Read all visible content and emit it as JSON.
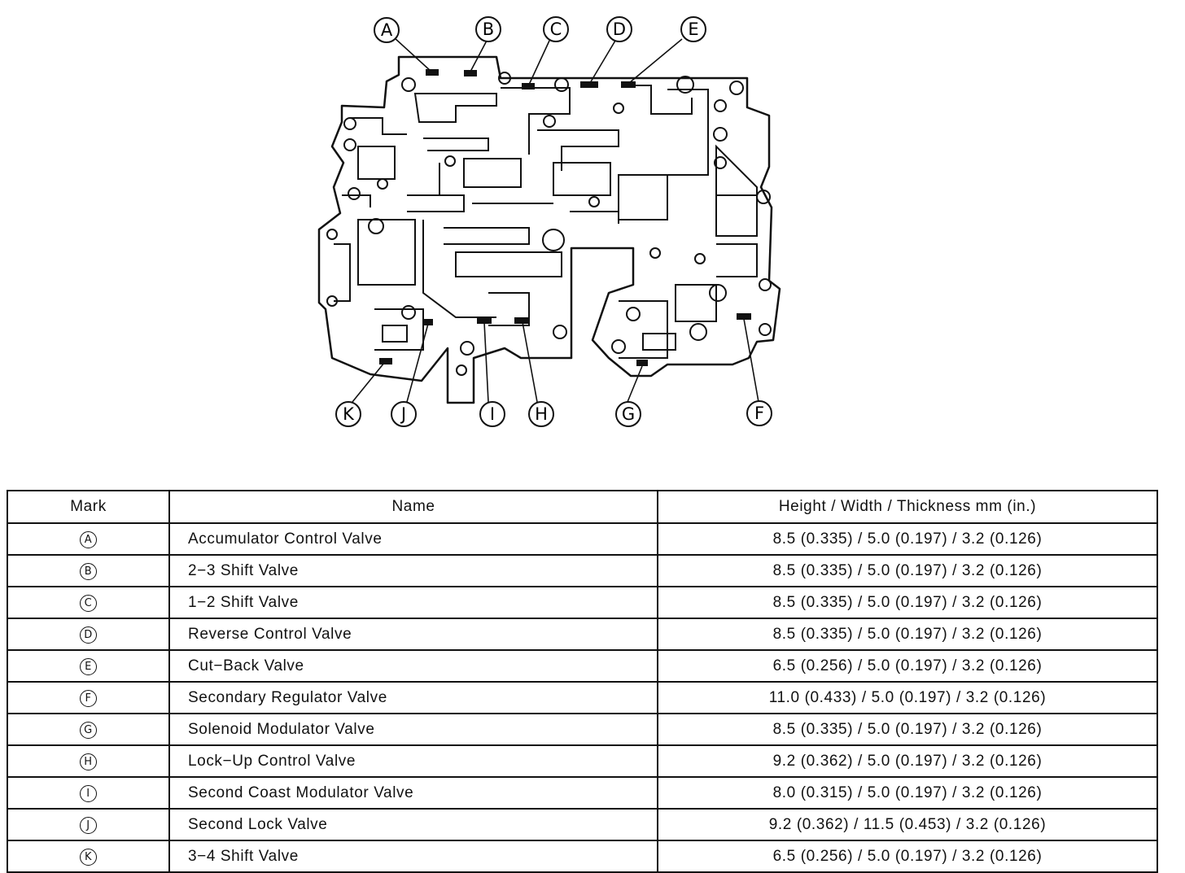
{
  "diagram": {
    "callouts": [
      "A",
      "B",
      "C",
      "D",
      "E",
      "F",
      "G",
      "H",
      "I",
      "J",
      "K"
    ]
  },
  "table": {
    "headers": {
      "mark": "Mark",
      "name": "Name",
      "dimensions": "Height / Width / Thickness  mm (in.)"
    },
    "rows": [
      {
        "mark": "A",
        "name": "Accumulator Control Valve",
        "dimensions": "8.5 (0.335) / 5.0 (0.197) / 3.2 (0.126)"
      },
      {
        "mark": "B",
        "name": "2−3 Shift Valve",
        "dimensions": "8.5 (0.335) / 5.0 (0.197) / 3.2 (0.126)"
      },
      {
        "mark": "C",
        "name": "1−2 Shift Valve",
        "dimensions": "8.5 (0.335) / 5.0 (0.197) / 3.2 (0.126)"
      },
      {
        "mark": "D",
        "name": "Reverse Control Valve",
        "dimensions": "8.5 (0.335) / 5.0 (0.197) / 3.2 (0.126)"
      },
      {
        "mark": "E",
        "name": "Cut−Back Valve",
        "dimensions": "6.5 (0.256) / 5.0 (0.197) / 3.2 (0.126)"
      },
      {
        "mark": "F",
        "name": "Secondary Regulator Valve",
        "dimensions": "11.0 (0.433) / 5.0 (0.197) / 3.2 (0.126)"
      },
      {
        "mark": "G",
        "name": "Solenoid Modulator Valve",
        "dimensions": "8.5 (0.335) / 5.0 (0.197) / 3.2 (0.126)"
      },
      {
        "mark": "H",
        "name": "Lock−Up Control Valve",
        "dimensions": "9.2 (0.362) / 5.0 (0.197) / 3.2 (0.126)"
      },
      {
        "mark": "I",
        "name": "Second Coast Modulator Valve",
        "dimensions": "8.0 (0.315) / 5.0 (0.197) / 3.2 (0.126)"
      },
      {
        "mark": "J",
        "name": "Second Lock Valve",
        "dimensions": "9.2 (0.362) / 11.5 (0.453) / 3.2 (0.126)"
      },
      {
        "mark": "K",
        "name": "3−4 Shift Valve",
        "dimensions": "6.5 (0.256) / 5.0 (0.197) / 3.2 (0.126)"
      }
    ]
  }
}
